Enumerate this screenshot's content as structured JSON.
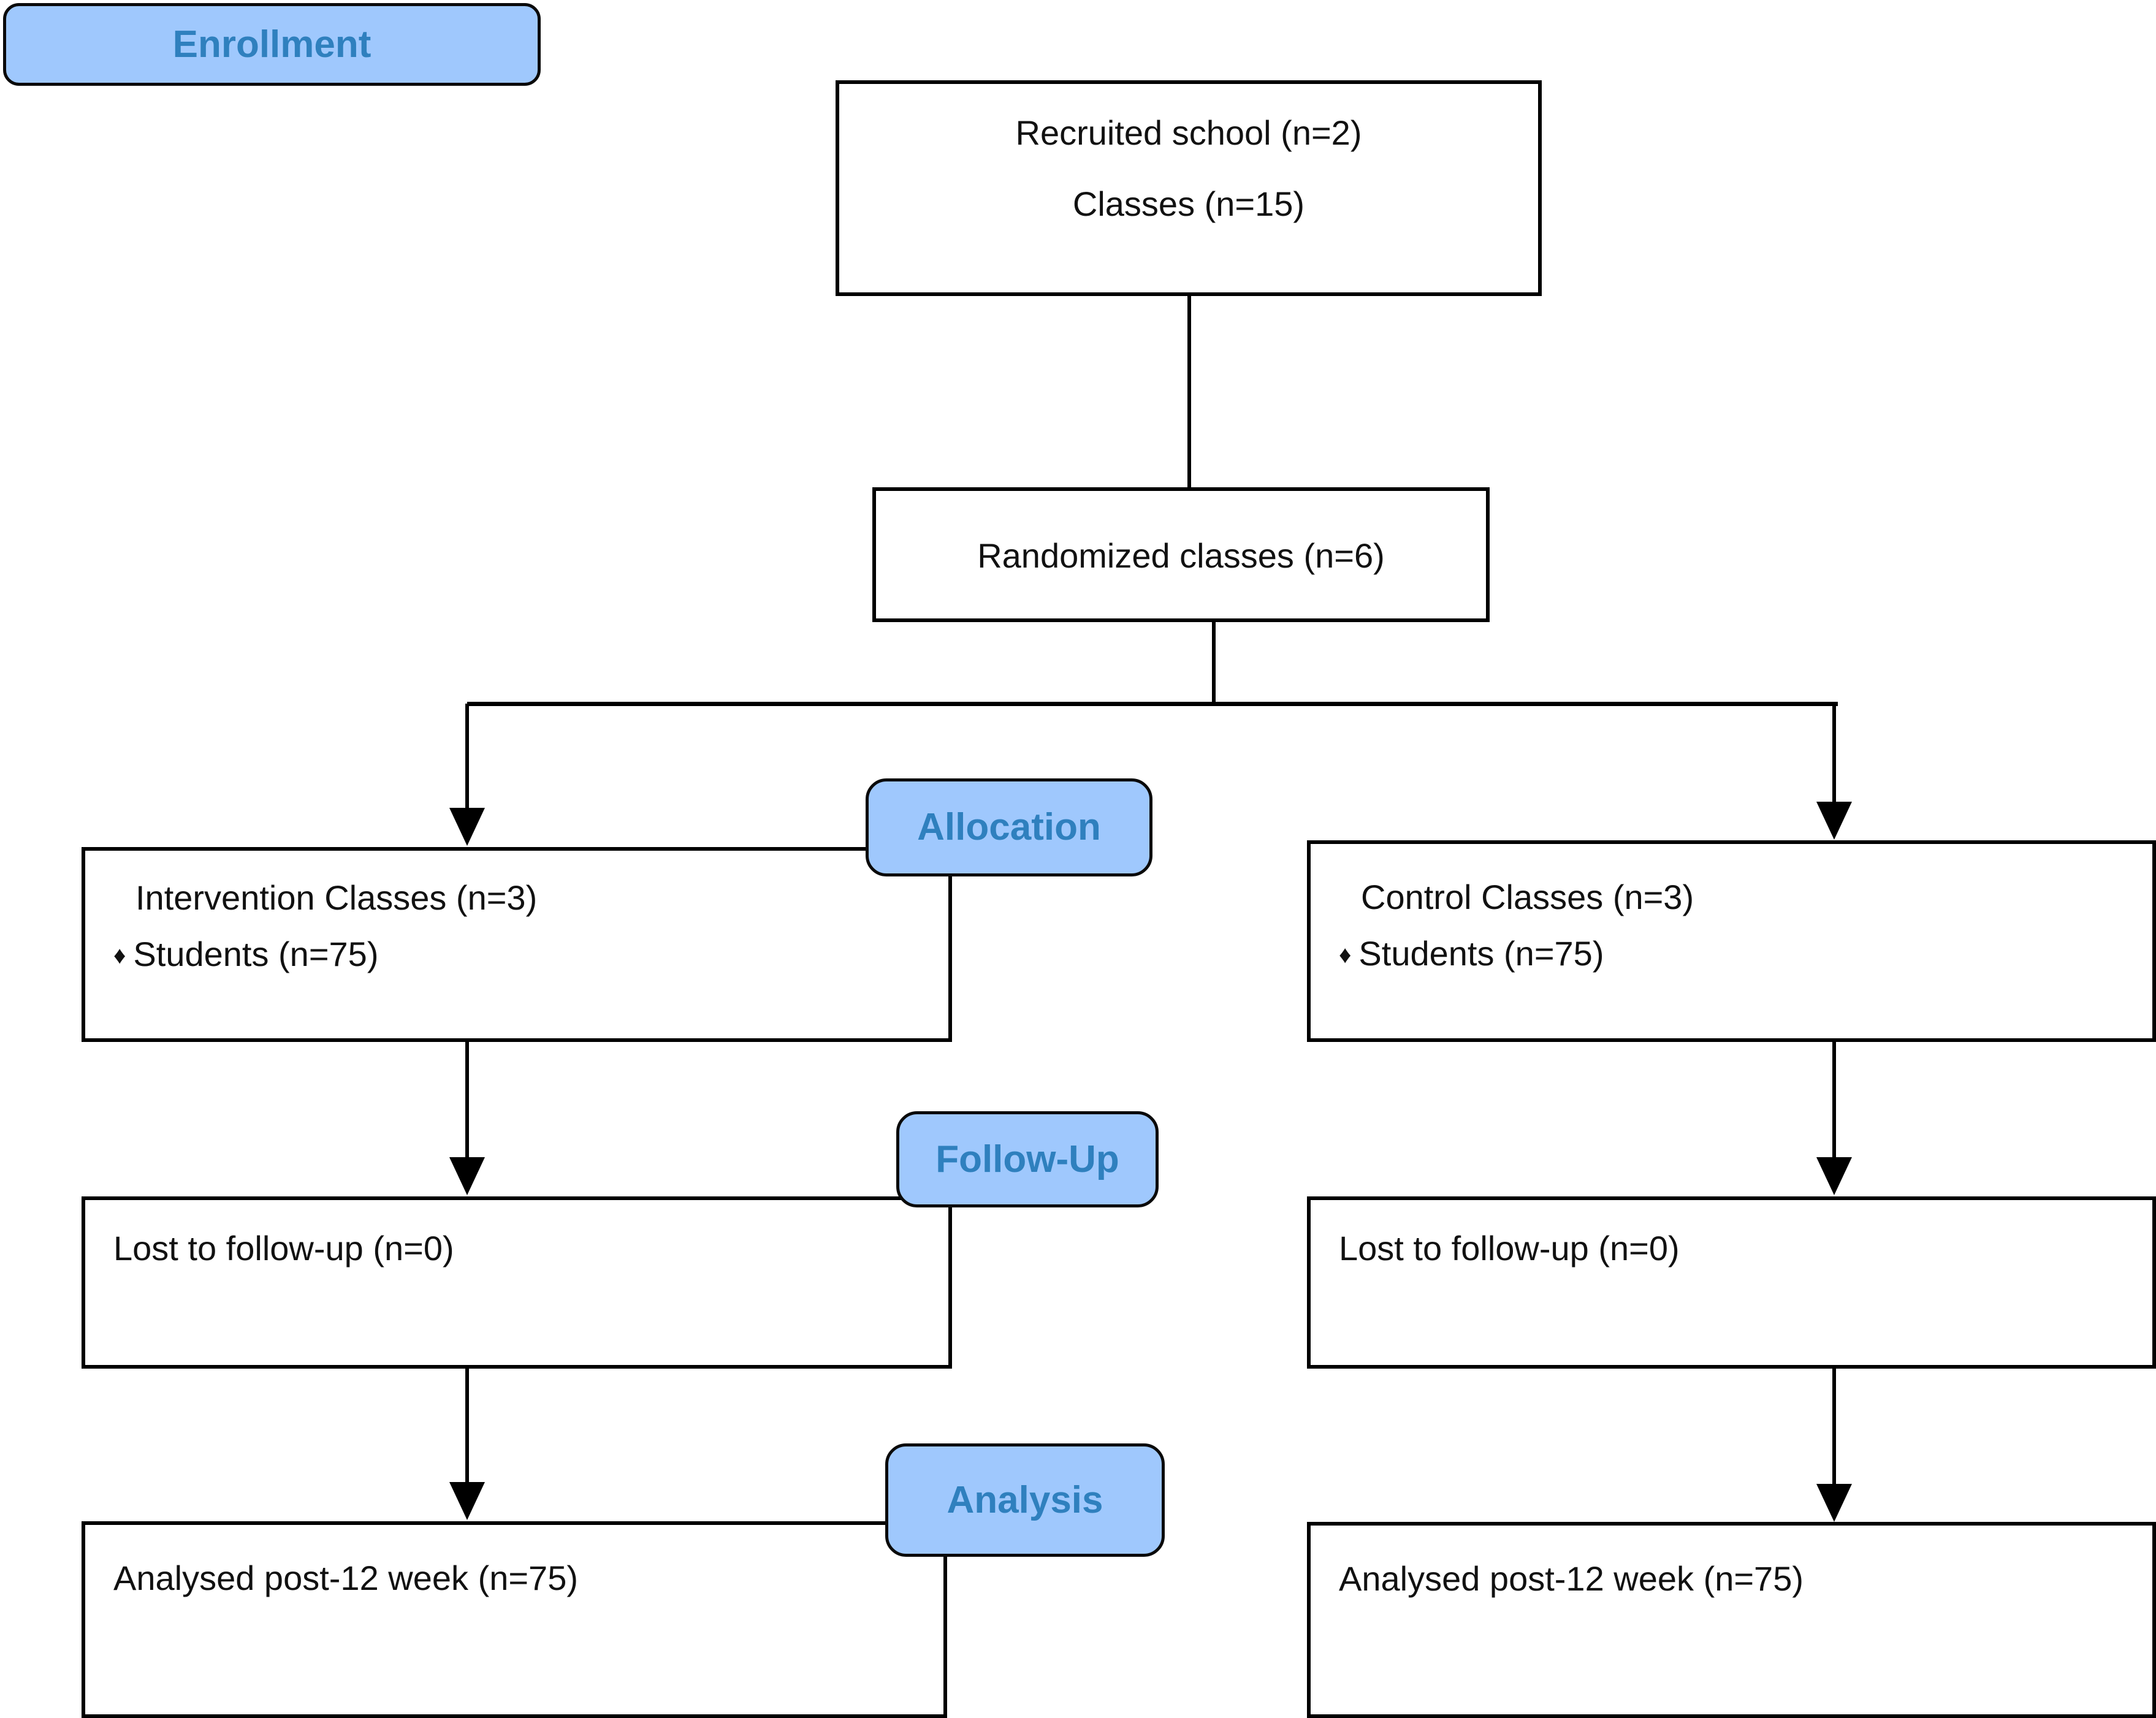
{
  "diagram": {
    "title": "CONSORT participant flow diagram",
    "colors": {
      "badge_fill": "#9FC8FD",
      "badge_text": "#2F80BE",
      "badge_border": "#0A0A0A",
      "box_border": "#000000",
      "box_fill": "#FFFFFF",
      "box_text": "#111111",
      "connector": "#000000"
    }
  },
  "stages": {
    "enrollment": "Enrollment",
    "allocation": "Allocation",
    "followup": "Follow-Up",
    "analysis": "Analysis"
  },
  "boxes": {
    "recruited": {
      "lines": [
        "Recruited school (n=2)",
        "Classes (n=15)"
      ]
    },
    "randomized": {
      "line": "Randomized classes (n=6)"
    },
    "intervention": {
      "line1": "Intervention Classes (n=3)",
      "bullet": "♦",
      "line2": "Students (n=75)"
    },
    "control": {
      "line1": "Control Classes (n=3)",
      "bullet": "♦",
      "line2": "Students (n=75)"
    },
    "lost_left": {
      "line": "Lost to follow-up (n=0)"
    },
    "lost_right": {
      "line": "Lost to follow-up (n=0)"
    },
    "analysed_left": {
      "line": "Analysed post-12 week (n=75)"
    },
    "analysed_right": {
      "line": "Analysed post-12 week (n=75)"
    }
  },
  "flow_data": {
    "type": "flowchart",
    "nodes": [
      {
        "id": "recruited",
        "stage": "Enrollment",
        "text": "Recruited school (n=2) / Classes (n=15)",
        "schools": 2,
        "classes": 15
      },
      {
        "id": "randomized",
        "stage": "Enrollment",
        "text": "Randomized classes (n=6)",
        "classes": 6
      },
      {
        "id": "intervention",
        "stage": "Allocation",
        "text": "Intervention Classes (n=3) ♦ Students (n=75)",
        "classes": 3,
        "students": 75
      },
      {
        "id": "control",
        "stage": "Allocation",
        "text": "Control Classes (n=3) ♦ Students (n=75)",
        "classes": 3,
        "students": 75
      },
      {
        "id": "lost_left",
        "stage": "Follow-Up",
        "text": "Lost to follow-up (n=0)",
        "lost": 0
      },
      {
        "id": "lost_right",
        "stage": "Follow-Up",
        "text": "Lost to follow-up (n=0)",
        "lost": 0
      },
      {
        "id": "analysed_left",
        "stage": "Analysis",
        "text": "Analysed post-12 week (n=75)",
        "analysed": 75
      },
      {
        "id": "analysed_right",
        "stage": "Analysis",
        "text": "Analysed post-12 week (n=75)",
        "analysed": 75
      }
    ],
    "edges": [
      {
        "from": "recruited",
        "to": "randomized",
        "arrow": false
      },
      {
        "from": "randomized",
        "to": "intervention",
        "arrow": true
      },
      {
        "from": "randomized",
        "to": "control",
        "arrow": true
      },
      {
        "from": "intervention",
        "to": "lost_left",
        "arrow": true
      },
      {
        "from": "control",
        "to": "lost_right",
        "arrow": true
      },
      {
        "from": "lost_left",
        "to": "analysed_left",
        "arrow": true
      },
      {
        "from": "lost_right",
        "to": "analysed_right",
        "arrow": true
      }
    ]
  }
}
